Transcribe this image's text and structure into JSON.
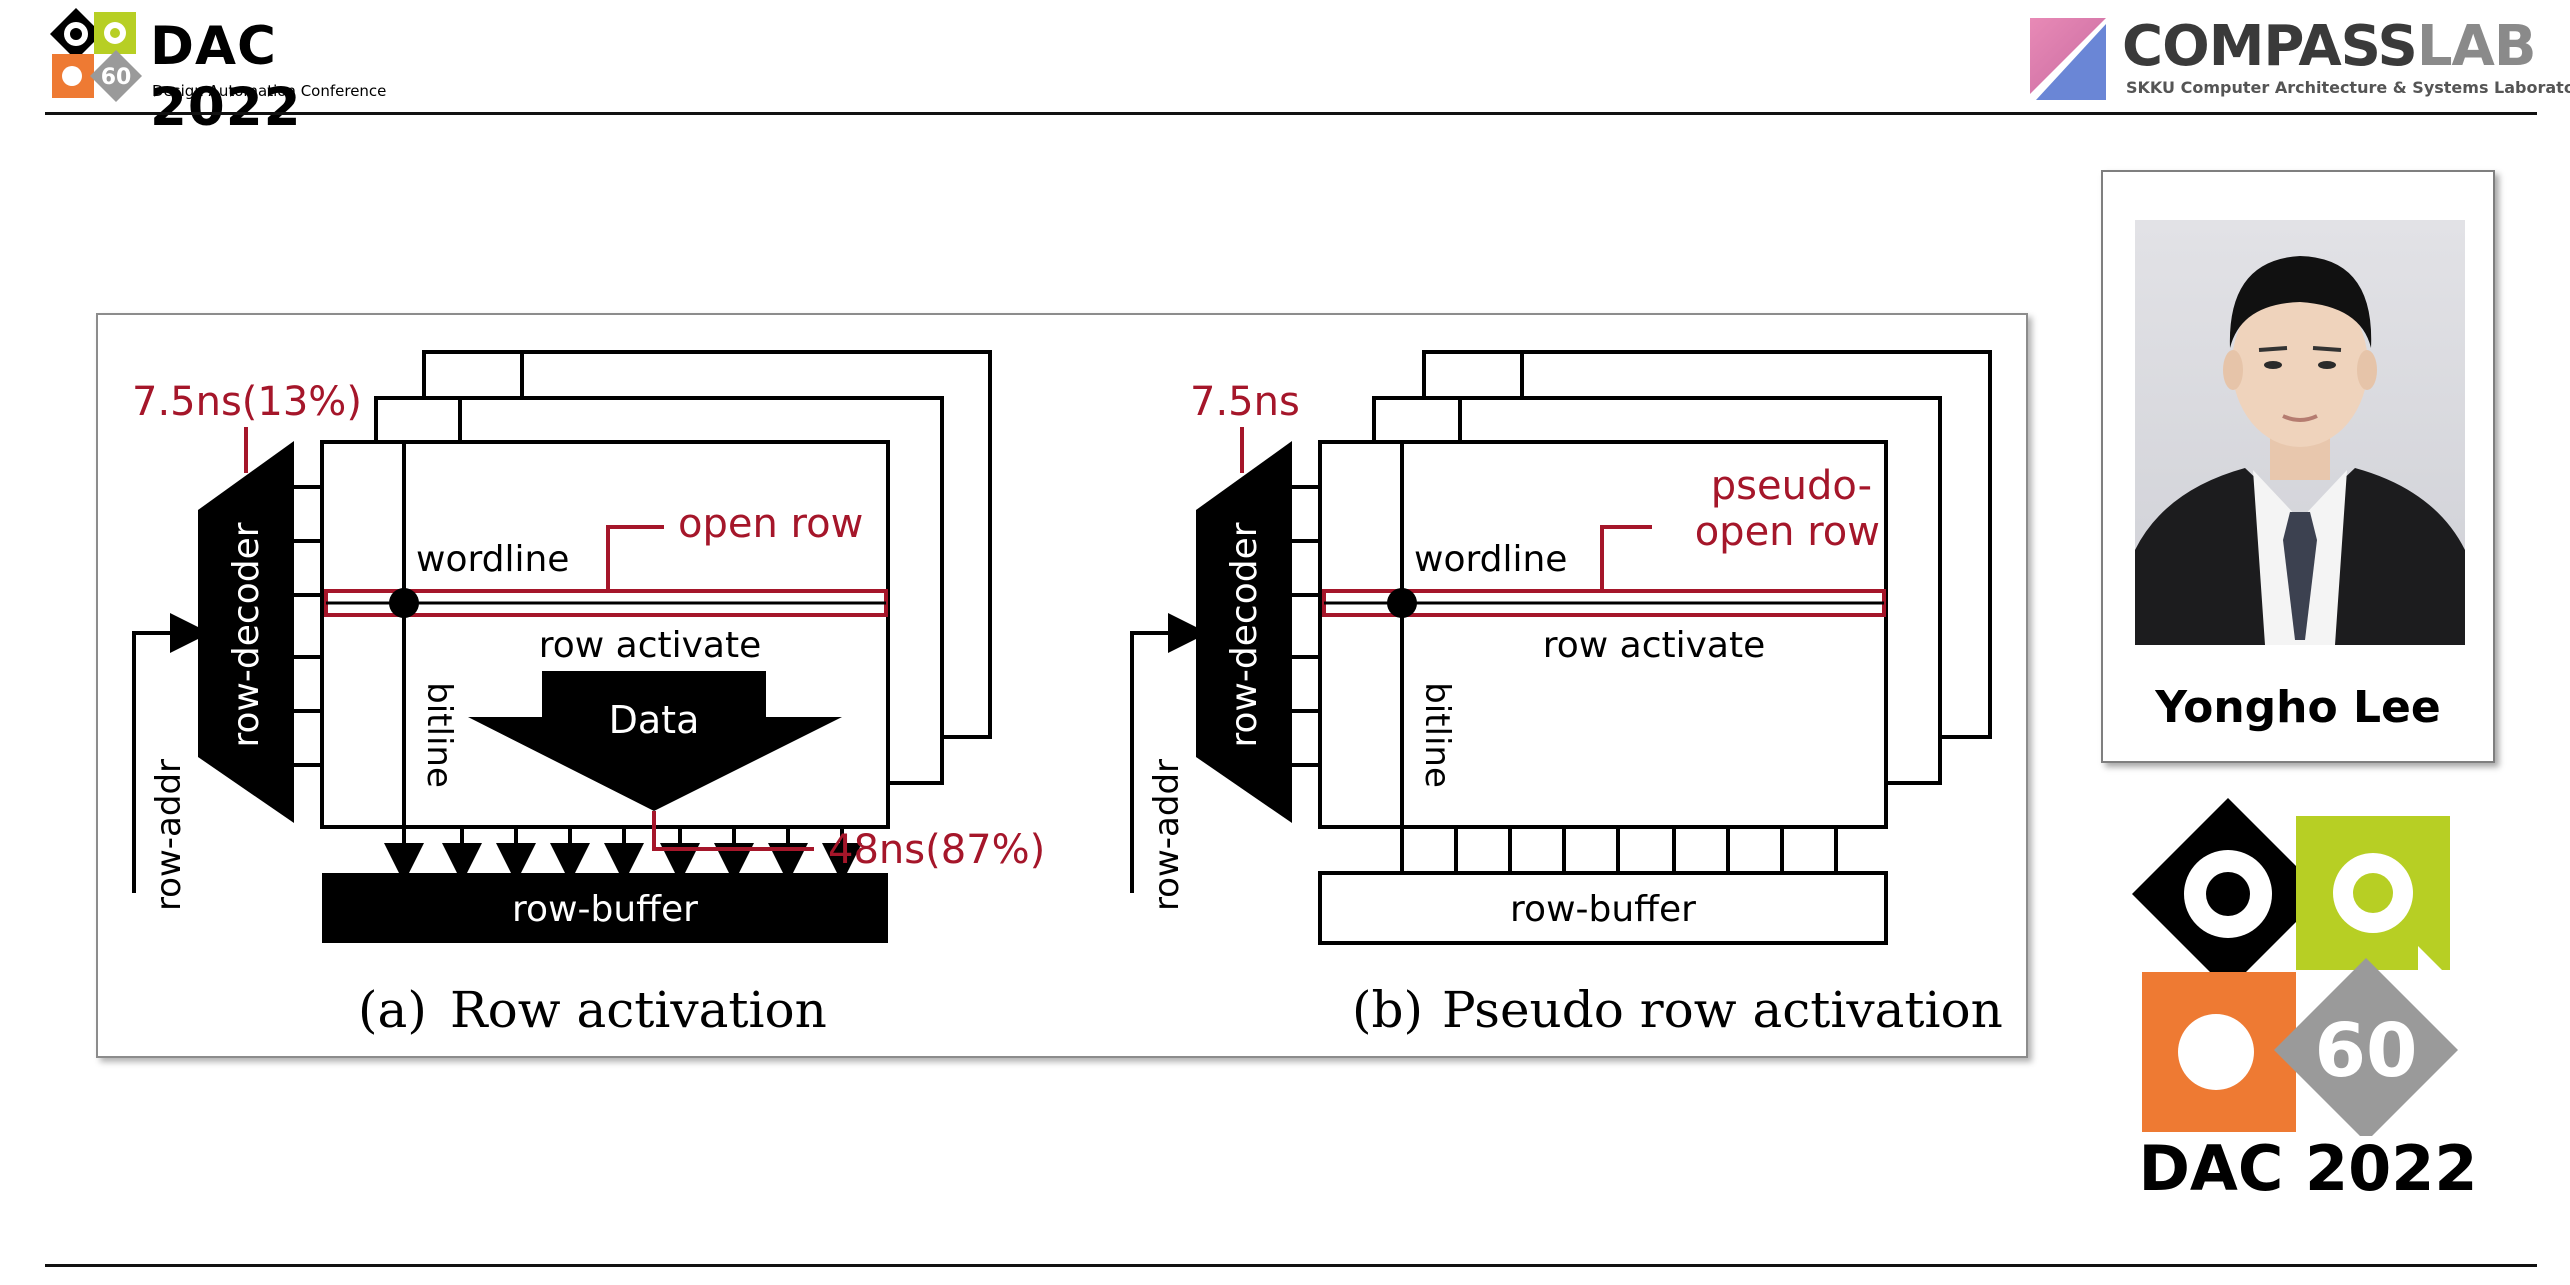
{
  "header": {
    "left_logo": {
      "badge": "60",
      "title": "DAC 2022",
      "subtitle": "Design Automation Conference"
    },
    "right_logo": {
      "name_bold": "COMPASS",
      "name_light": "LAB",
      "tagline": "SKKU Computer Architecture & Systems Laboratory"
    }
  },
  "speaker": {
    "name": "Yongho Lee"
  },
  "footer_logo": {
    "badge": "60",
    "title": "DAC 2022"
  },
  "figure": {
    "panel_a": {
      "caption_label": "(a)",
      "caption_text": "Row activation",
      "decoder_latency": "7.5ns(13%)",
      "decoder_label": "row-decoder",
      "address_label": "row-addr",
      "wordline_label": "wordline",
      "open_row_label": "open row",
      "activate_label": "row activate",
      "bitline_label": "bitline",
      "data_label": "Data",
      "transfer_latency": "48ns(87%)",
      "buffer_label": "row-buffer"
    },
    "panel_b": {
      "caption_label": "(b)",
      "caption_text": "Pseudo row activation",
      "decoder_latency": "7.5ns",
      "decoder_label": "row-decoder",
      "address_label": "row-addr",
      "wordline_label": "wordline",
      "open_row_label_1": "pseudo-",
      "open_row_label_2": "open row",
      "activate_label": "row activate",
      "bitline_label": "bitline",
      "buffer_label": "row-buffer"
    },
    "colors": {
      "highlight": "#a5162a",
      "ink": "#000000"
    }
  }
}
